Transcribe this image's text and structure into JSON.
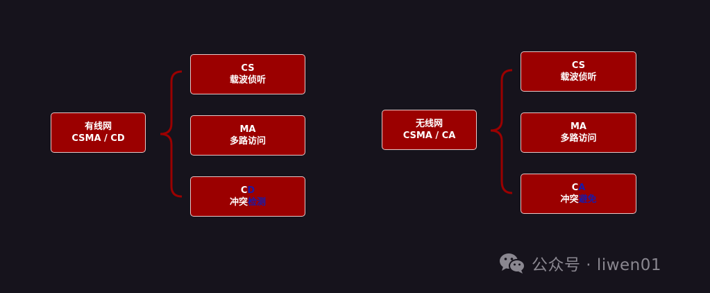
{
  "left_group": {
    "root": {
      "line1": "有线网",
      "line2": "CSMA / CD"
    },
    "children": [
      {
        "line1": "CS",
        "line2": "载波侦听"
      },
      {
        "line1": "MA",
        "line2": "多路访问"
      },
      {
        "line1_plain": "C",
        "line1_hl": "D",
        "line2_plain": "冲突",
        "line2_hl": "检测"
      }
    ]
  },
  "right_group": {
    "root": {
      "line1": "无线网",
      "line2": "CSMA / CA"
    },
    "children": [
      {
        "line1": "CS",
        "line2": "载波侦听"
      },
      {
        "line1": "MA",
        "line2": "多路访问"
      },
      {
        "line1_plain": "C",
        "line1_hl": "A",
        "line2_plain": "冲突",
        "line2_hl": "避免"
      }
    ]
  },
  "watermark": {
    "text": "公众号 · liwen01",
    "icon": "wechat-icon"
  },
  "colors": {
    "background": "#16131c",
    "node_fill": "#9b0000",
    "node_border": "#e8c8c8",
    "highlight_text": "#1a1aa8",
    "bracket": "#9b0000"
  }
}
